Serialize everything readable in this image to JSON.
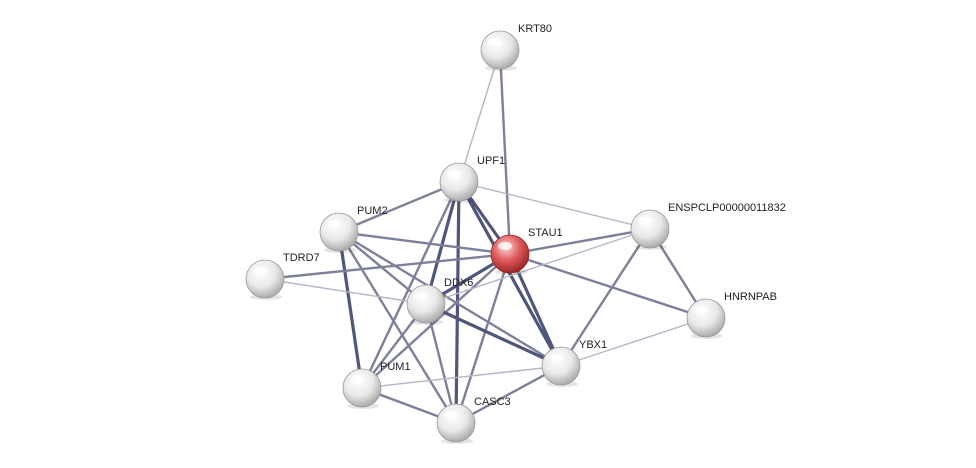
{
  "network": {
    "colors": {
      "query_node": "#d24a4a",
      "neighbor_node": "#e8e8e8",
      "edge_strong": "#50567a",
      "edge_medium": "#7d8099",
      "edge_weak": "#b4b6c6"
    },
    "nodes": [
      {
        "id": "KRT80",
        "label": "KRT80",
        "query": false
      },
      {
        "id": "UPF1",
        "label": "UPF1",
        "query": false
      },
      {
        "id": "PUM2",
        "label": "PUM2",
        "query": false
      },
      {
        "id": "STAU1",
        "label": "STAU1",
        "query": true
      },
      {
        "id": "ENSPCLP00000011832",
        "label": "ENSPCLP00000011832",
        "query": false
      },
      {
        "id": "TDRD7",
        "label": "TDRD7",
        "query": false
      },
      {
        "id": "DDX6",
        "label": "DDX6",
        "query": false
      },
      {
        "id": "HNRNPAB",
        "label": "HNRNPAB",
        "query": false
      },
      {
        "id": "YBX1",
        "label": "YBX1",
        "query": false
      },
      {
        "id": "PUM1",
        "label": "PUM1",
        "query": false
      },
      {
        "id": "CASC3",
        "label": "CASC3",
        "query": false
      }
    ],
    "edges": [
      {
        "source": "KRT80",
        "target": "UPF1",
        "strength": "weak"
      },
      {
        "source": "KRT80",
        "target": "STAU1",
        "strength": "medium"
      },
      {
        "source": "UPF1",
        "target": "ENSPCLP00000011832",
        "strength": "weak"
      },
      {
        "source": "UPF1",
        "target": "STAU1",
        "strength": "strong"
      },
      {
        "source": "UPF1",
        "target": "DDX6",
        "strength": "strong"
      },
      {
        "source": "UPF1",
        "target": "PUM1",
        "strength": "medium"
      },
      {
        "source": "UPF1",
        "target": "CASC3",
        "strength": "strong"
      },
      {
        "source": "UPF1",
        "target": "YBX1",
        "strength": "strong"
      },
      {
        "source": "PUM2",
        "target": "STAU1",
        "strength": "medium"
      },
      {
        "source": "PUM2",
        "target": "DDX6",
        "strength": "medium"
      },
      {
        "source": "PUM2",
        "target": "PUM1",
        "strength": "strong"
      },
      {
        "source": "PUM2",
        "target": "CASC3",
        "strength": "medium"
      },
      {
        "source": "PUM2",
        "target": "YBX1",
        "strength": "medium"
      },
      {
        "source": "TDRD7",
        "target": "STAU1",
        "strength": "medium"
      },
      {
        "source": "TDRD7",
        "target": "DDX6",
        "strength": "weak"
      },
      {
        "source": "STAU1",
        "target": "ENSPCLP00000011832",
        "strength": "medium"
      },
      {
        "source": "STAU1",
        "target": "HNRNPAB",
        "strength": "medium"
      },
      {
        "source": "STAU1",
        "target": "YBX1",
        "strength": "strong"
      },
      {
        "source": "STAU1",
        "target": "DDX6",
        "strength": "strong"
      },
      {
        "source": "STAU1",
        "target": "PUM1",
        "strength": "medium"
      },
      {
        "source": "STAU1",
        "target": "CASC3",
        "strength": "medium"
      },
      {
        "source": "ENSPCLP00000011832",
        "target": "HNRNPAB",
        "strength": "medium"
      },
      {
        "source": "ENSPCLP00000011832",
        "target": "YBX1",
        "strength": "medium"
      },
      {
        "source": "ENSPCLP00000011832",
        "target": "DDX6",
        "strength": "weak"
      },
      {
        "source": "DDX6",
        "target": "YBX1",
        "strength": "strong"
      },
      {
        "source": "DDX6",
        "target": "PUM1",
        "strength": "medium"
      },
      {
        "source": "DDX6",
        "target": "CASC3",
        "strength": "medium"
      },
      {
        "source": "HNRNPAB",
        "target": "YBX1",
        "strength": "weak"
      },
      {
        "source": "YBX1",
        "target": "PUM1",
        "strength": "weak"
      },
      {
        "source": "YBX1",
        "target": "CASC3",
        "strength": "medium"
      },
      {
        "source": "PUM1",
        "target": "CASC3",
        "strength": "medium"
      },
      {
        "source": "PUM2",
        "target": "UPF1",
        "strength": "medium"
      }
    ]
  }
}
